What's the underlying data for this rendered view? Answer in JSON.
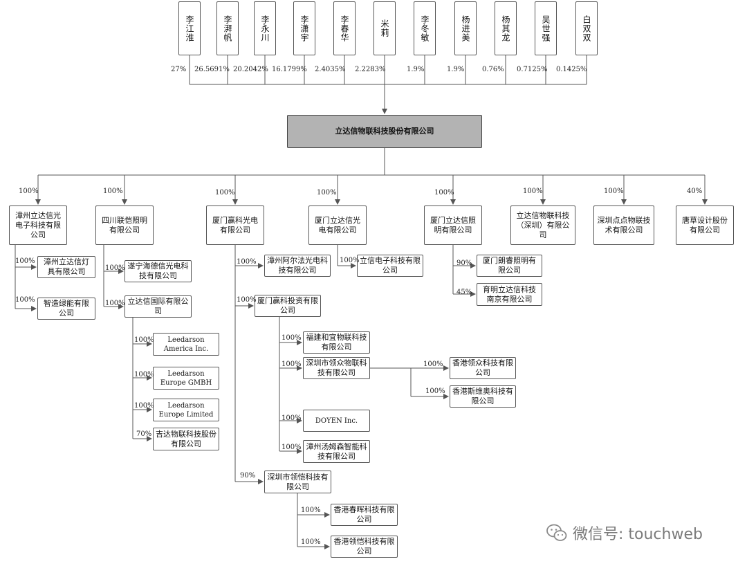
{
  "shareholders": [
    {
      "name": "李江淮",
      "pct": "27%"
    },
    {
      "name": "李湃帆",
      "pct": "26.5691%"
    },
    {
      "name": "李永川",
      "pct": "20.2042%"
    },
    {
      "name": "李潇宇",
      "pct": "16.1799%"
    },
    {
      "name": "李春华",
      "pct": "2.4035%"
    },
    {
      "name": "米莉",
      "pct": "2.2283%"
    },
    {
      "name": "李冬敏",
      "pct": "1.9%"
    },
    {
      "name": "杨进美",
      "pct": "1.9%"
    },
    {
      "name": "杨其龙",
      "pct": "0.76%"
    },
    {
      "name": "吴世强",
      "pct": "0.7125%"
    },
    {
      "name": "白双双",
      "pct": "0.1425%"
    }
  ],
  "company": "立达信物联科技股份有限公司",
  "subsidiaries": [
    {
      "name": "漳州立达信光电子科技有限公司",
      "pct": "100%"
    },
    {
      "name": "四川联恺照明有限公司",
      "pct": "100%"
    },
    {
      "name": "厦门赢科光电有限公司",
      "pct": "100%"
    },
    {
      "name": "厦门立达信光电有限公司",
      "pct": "100%"
    },
    {
      "name": "厦门立达信照明有限公司",
      "pct": "100%"
    },
    {
      "name": "立达信物联科技（深圳）有限公司",
      "pct": "100%"
    },
    {
      "name": "深圳点点物联技术有限公司",
      "pct": "100%"
    },
    {
      "name": "唐草设计股份有限公司",
      "pct": "40%"
    }
  ],
  "zz_children": [
    {
      "name": "漳州立达信灯具有限公司",
      "pct": "100%"
    },
    {
      "name": "智造绿能有限公司",
      "pct": "100%"
    }
  ],
  "sc_children": [
    {
      "name": "遂宁海德信光电科技有限公司",
      "pct": "100%"
    },
    {
      "name": "立达信国际有限公司",
      "pct": "100%"
    }
  ],
  "intl_children": [
    {
      "name": "Leedarson America Inc.",
      "pct": "100%"
    },
    {
      "name": "Leedarson Europe GMBH",
      "pct": "100%"
    },
    {
      "name": "Leedarson Europe Limited",
      "pct": "100%"
    },
    {
      "name": "吉达物联科技股份有限公司",
      "pct": "70%"
    }
  ],
  "yk_children": [
    {
      "name": "漳州阿尔法光电科技有限公司",
      "pct": "100%"
    },
    {
      "name": "厦门赢科投资有限公司",
      "pct": "100%"
    },
    {
      "name": "深圳市领恺科技有限公司",
      "pct": "90%"
    }
  ],
  "ykinv_children": [
    {
      "name": "福建和宜物联科技有限公司",
      "pct": "100%"
    },
    {
      "name": "深圳市领众物联科技有限公司",
      "pct": "100%"
    },
    {
      "name": "DOYEN Inc.",
      "pct": "100%"
    },
    {
      "name": "漳州汤姆森智能科技有限公司",
      "pct": "100%"
    }
  ],
  "lz_children": [
    {
      "name": "香港领众科技有限公司",
      "pct": "100%"
    },
    {
      "name": "香港斯维奥科技有限公司",
      "pct": "100%"
    }
  ],
  "lk_children": [
    {
      "name": "香港春晖科技有限公司",
      "pct": "100%"
    },
    {
      "name": "香港领恺科技有限公司",
      "pct": "100%"
    }
  ],
  "xmgd_children": [
    {
      "name": "立信电子科技有限公司",
      "pct": "100%"
    }
  ],
  "xmzm_children": [
    {
      "name": "厦门朗睿照明有限公司",
      "pct": "90%"
    },
    {
      "name": "育明立达信科技南京有限公司",
      "pct": "45%"
    }
  ],
  "watermark": {
    "text": "微信号: touchweb",
    "icon": "wechat-icon"
  },
  "colors": {
    "line": "#555555",
    "main_fill": "#b3b3b3"
  }
}
